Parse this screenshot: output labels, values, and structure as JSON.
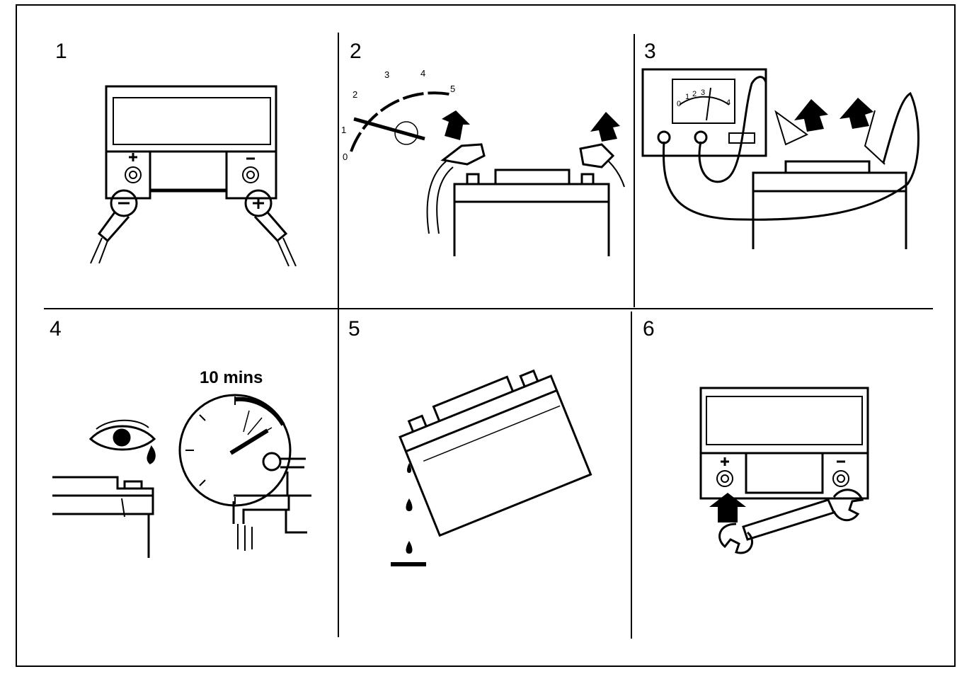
{
  "panels": [
    {
      "number": "1"
    },
    {
      "number": "2",
      "gauge_ticks": [
        "0",
        "1",
        "2",
        "3",
        "4",
        "5"
      ]
    },
    {
      "number": "3",
      "meter_ticks": [
        "0",
        "1",
        "2",
        "3",
        "4"
      ]
    },
    {
      "number": "4",
      "timer_label": "10 mins"
    },
    {
      "number": "5"
    },
    {
      "number": "6"
    }
  ]
}
